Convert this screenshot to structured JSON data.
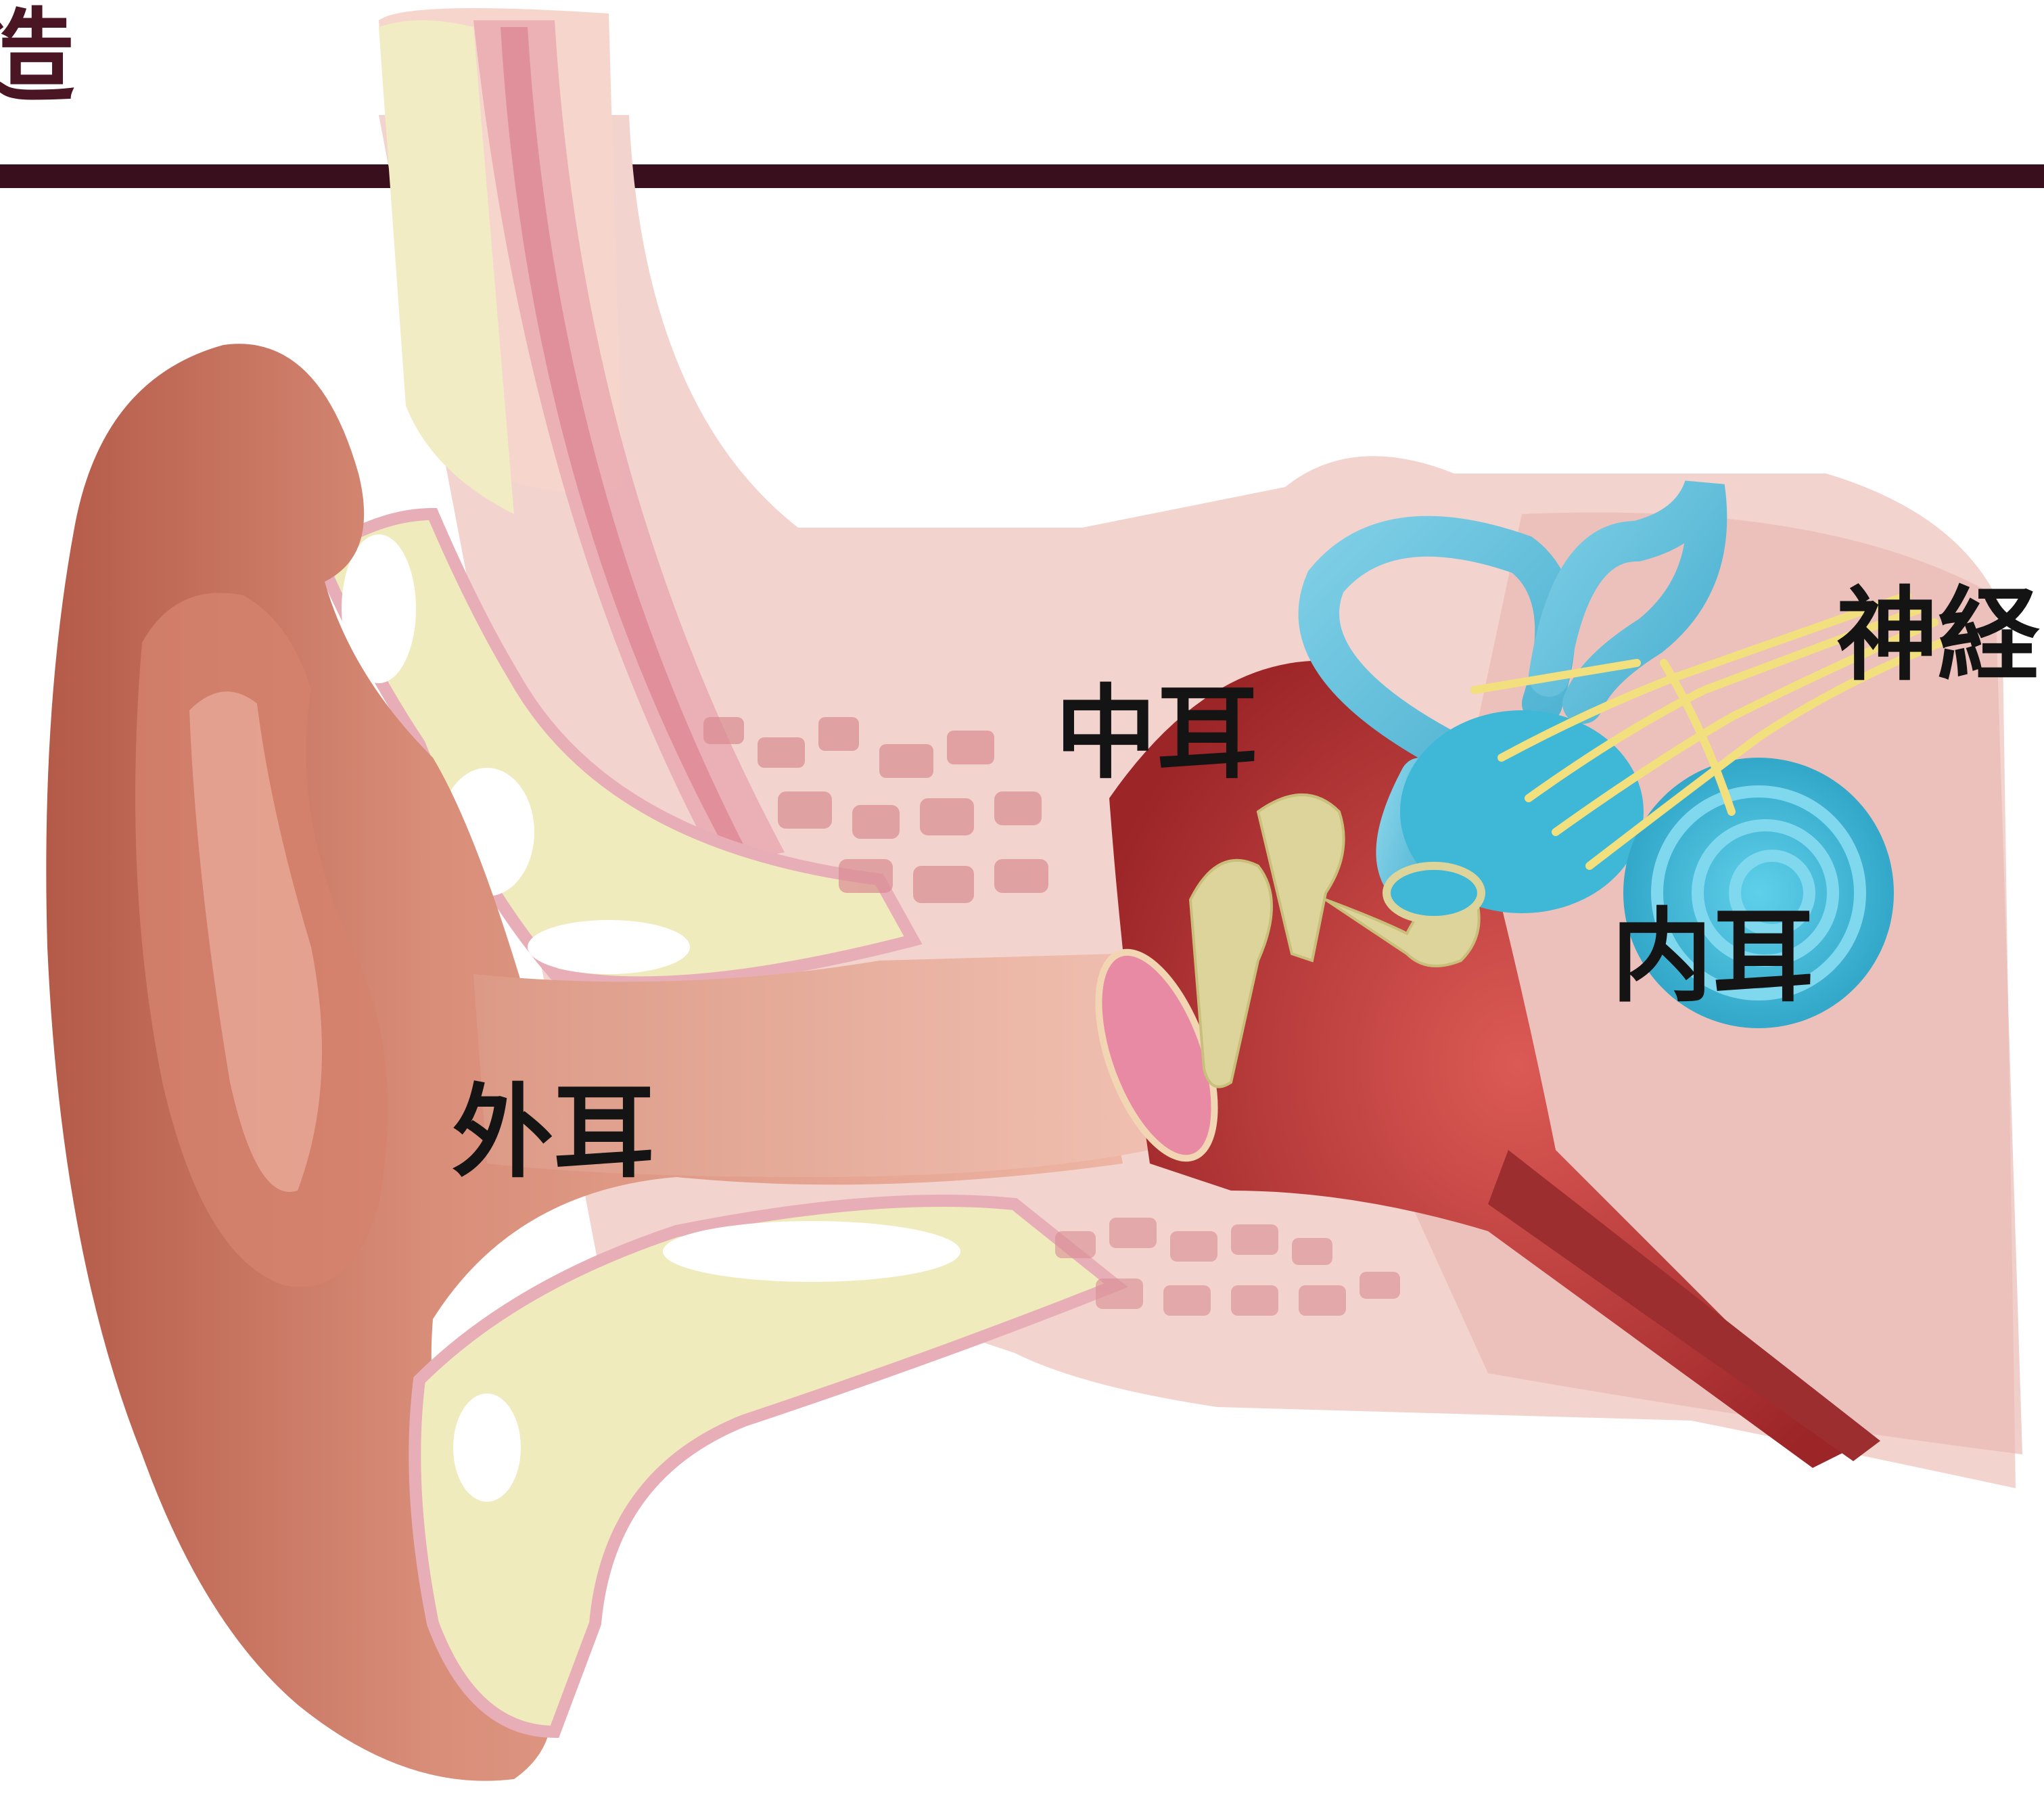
{
  "heading": {
    "text": "造"
  },
  "labels": {
    "outer_ear": "外耳",
    "middle_ear": "中耳",
    "inner_ear": "内耳",
    "nerve": "神経"
  },
  "colors": {
    "rule": "#3a0f1d",
    "skin_dark": "#c06a58",
    "skin_mid": "#e2a08e",
    "skin_light": "#f0c4b6",
    "tissue_pink": "#ecc0bd",
    "fat_yellow": "#f0ecc0",
    "cartilage_white": "#ffffff",
    "middle_ear_red": "#b53a3a",
    "ossicle": "#dcd49a",
    "labyrinth_blue": "#3fb7d6",
    "nerve_yellow": "#f2df7e",
    "eardrum_pink": "#e88aa4"
  }
}
